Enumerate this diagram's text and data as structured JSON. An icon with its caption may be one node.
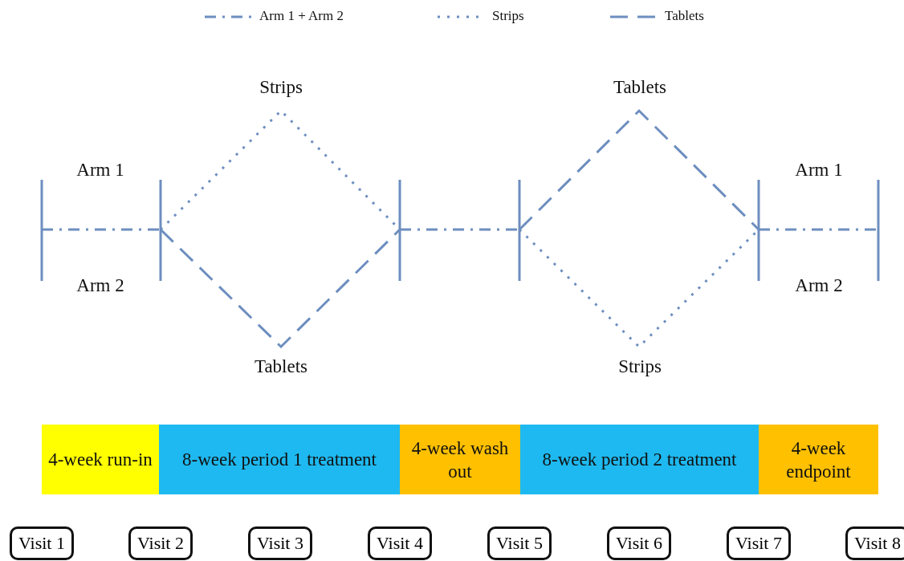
{
  "diagram": {
    "nodes": [
      {
        "text": [
          "4-week run-in"
        ]
      },
      {
        "text": [
          "8-week period 1 treatment"
        ]
      },
      {
        "text": [
          "4-week wash out"
        ]
      },
      {
        "text": [
          "8-week period 2 treatment"
        ]
      },
      {
        "text": [
          "4-week endpoint"
        ]
      },
      {
        "text": [
          "Visit 1"
        ]
      },
      {
        "text": [
          "Visit 2"
        ]
      },
      {
        "text": [
          "Visit 3"
        ]
      },
      {
        "text": [
          "Visit 4"
        ]
      },
      {
        "text": [
          "Visit 5"
        ]
      },
      {
        "text": [
          "Visit 6"
        ]
      },
      {
        "text": [
          "Visit 7"
        ]
      },
      {
        "text": [
          "Visit 8"
        ]
      }
    ],
    "edges": [],
    "labels": [
      "Strips",
      "Tablets",
      "Arm 1",
      "Arm 1",
      "Arm 2",
      "Arm 2",
      "Tablets",
      "Strips"
    ],
    "legend": [
      {
        "text": "Arm 1 + Arm 2"
      },
      {
        "text": "Strips"
      },
      {
        "text": "Tablets"
      }
    ]
  }
}
